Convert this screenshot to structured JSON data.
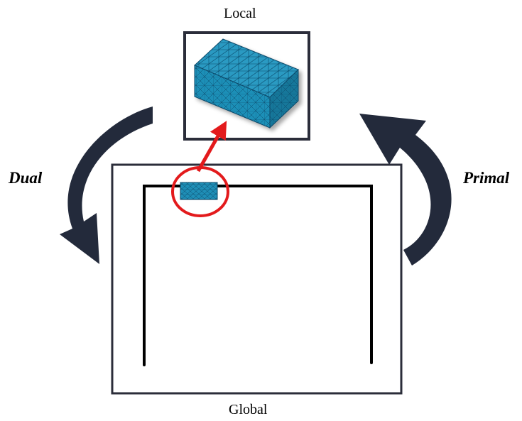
{
  "labels": {
    "local": "Local",
    "global": "Global",
    "dual": "Dual",
    "primal": "Primal"
  },
  "colors": {
    "frame": "#2b2d3a",
    "structure": "#000000",
    "mesh_fill": "#1f8fb7",
    "mesh_lines": "#0b4a6a",
    "highlight": "#e31a1c",
    "curved_arrow": "#232a3b"
  }
}
